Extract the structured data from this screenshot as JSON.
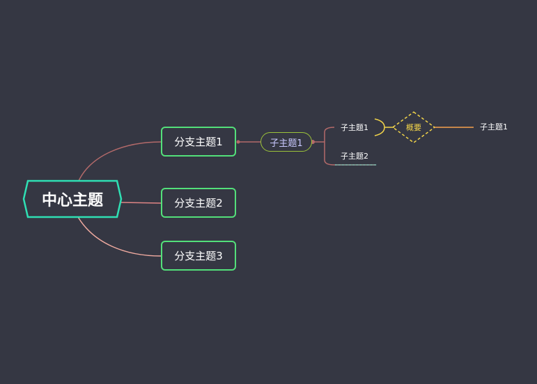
{
  "central_topic": {
    "label": "中心主题"
  },
  "branches": [
    {
      "label": "分支主题1"
    },
    {
      "label": "分支主题2"
    },
    {
      "label": "分支主题3"
    }
  ],
  "subtopic": {
    "label": "子主题1"
  },
  "leaves": [
    {
      "label": "子主题1"
    },
    {
      "label": "子主题2"
    }
  ],
  "summary": {
    "label": "概要",
    "result": {
      "label": "子主题1"
    }
  },
  "colors": {
    "background": "#353743",
    "central_border": "#2fe0b4",
    "branch_border": "#53e07a",
    "subtopic_border": "#9cc33a",
    "link": "#b46a6a",
    "summary": "#f3d54a"
  }
}
